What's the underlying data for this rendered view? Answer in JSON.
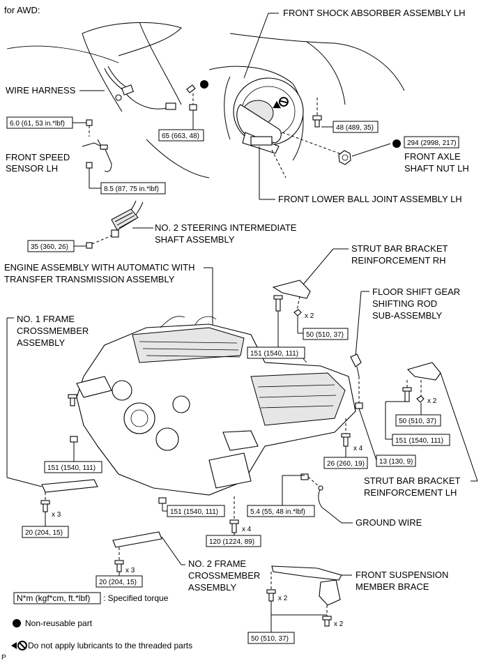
{
  "header": {
    "title": "for AWD:"
  },
  "labels": {
    "front_shock": "FRONT SHOCK ABSORBER ASSEMBLY LH",
    "wire_harness": "WIRE HARNESS",
    "front_speed_sensor": [
      "FRONT SPEED",
      "SENSOR LH"
    ],
    "front_axle_nut": [
      "FRONT AXLE",
      "SHAFT NUT LH"
    ],
    "front_lower_ball": "FRONT LOWER BALL JOINT ASSEMBLY LH",
    "steering_shaft": [
      "NO. 2 STEERING INTERMEDIATE",
      "SHAFT ASSEMBLY"
    ],
    "engine_assembly": [
      "ENGINE ASSEMBLY WITH AUTOMATIC WITH",
      "TRANSFER TRANSMISSION ASSEMBLY"
    ],
    "strut_rh": [
      "STRUT BAR BRACKET",
      "REINFORCEMENT RH"
    ],
    "floor_shift": [
      "FLOOR SHIFT GEAR",
      "SHIFTING ROD",
      "SUB-ASSEMBLY"
    ],
    "frame_no1": [
      "NO. 1 FRAME",
      "CROSSMEMBER",
      "ASSEMBLY"
    ],
    "strut_lh": [
      "STRUT BAR BRACKET",
      "REINFORCEMENT LH"
    ],
    "ground_wire": "GROUND WIRE",
    "frame_no2": [
      "NO. 2 FRAME",
      "CROSSMEMBER",
      "ASSEMBLY"
    ],
    "front_susp_brace": [
      "FRONT SUSPENSION",
      "MEMBER BRACE"
    ]
  },
  "torques": {
    "t_6_0": "6.0 (61, 53 in.*lbf)",
    "t_65": "65 (663, 48)",
    "t_48": "48 (489, 35)",
    "t_294": "294 (2998, 217)",
    "t_8_5": "8.5 (87, 75 in.*lbf)",
    "t_35": "35 (360, 26)",
    "t_151_rh": "151 (1540, 111)",
    "t_50_rh": "50 (510, 37)",
    "t_50_lh": "50 (510, 37)",
    "t_151_lh": "151 (1540, 111)",
    "t_151_frame": "151 (1540, 111)",
    "t_26": "26 (260, 19)",
    "t_13": "13 (130, 9)",
    "t_20_a": "20 (204, 15)",
    "t_151_mid": "151 (1540, 111)",
    "t_5_4": "5.4 (55, 48 in.*lbf)",
    "t_120": "120 (1224, 89)",
    "t_20_b": "20 (204, 15)",
    "t_50_brace": "50 (510, 37)"
  },
  "multipliers": {
    "x2_rh": "x 2",
    "x2_lh": "x 2",
    "x4_a": "x 4",
    "x3_a": "x 3",
    "x4_b": "x 4",
    "x3_b": "x 3",
    "x2_brace_a": "x 2",
    "x2_brace_b": "x 2"
  },
  "legend": {
    "torque_unit": "N*m (kgf*cm, ft.*lbf)",
    "torque_desc": ": Specified torque",
    "nonreusable": "Non-reusable part",
    "no_lubricant": "Do not apply lubricants to the threaded parts"
  },
  "footer": {
    "mark": "P"
  },
  "icons": {
    "nonreusable": "filled-circle-icon",
    "no_lubricant": "no-lubricant-icon"
  }
}
